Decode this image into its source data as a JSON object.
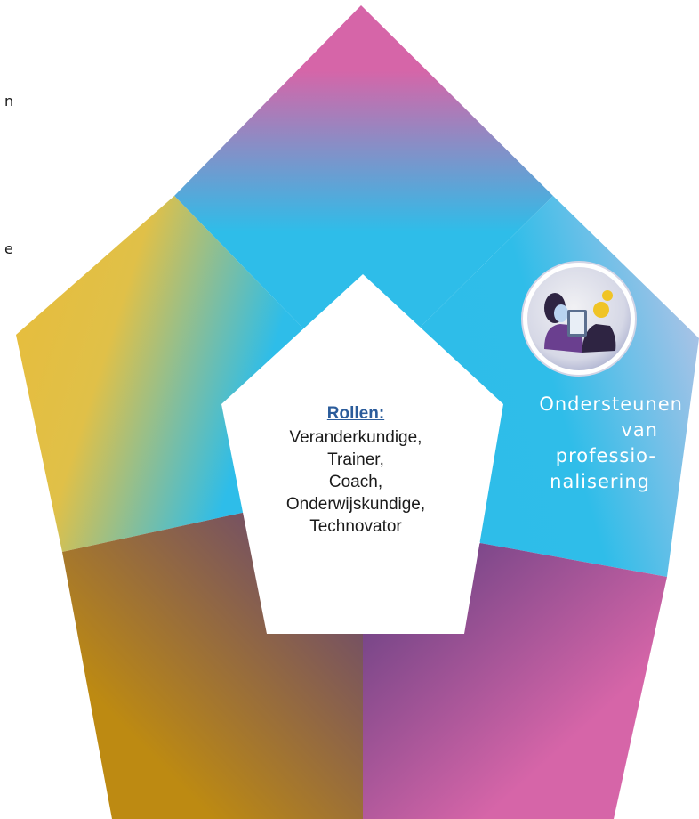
{
  "page": {
    "background": "#ffffff"
  },
  "left_fragments": [
    "n",
    "e"
  ],
  "center": {
    "title": "Rollen:",
    "roles": [
      "Veranderkundige,",
      "Trainer,",
      "Coach,",
      "Onderwijskundige,",
      "Technovator"
    ]
  },
  "segments": {
    "top": {
      "colors": [
        "#d665a8",
        "#2ebde9"
      ]
    },
    "right": {
      "icon": "two-people-with-tablet-icon",
      "label_lines": [
        "Ondersteunen",
        "van",
        "professio-",
        "nalisering"
      ],
      "colors": [
        "#2ebde9",
        "#a8c6e8"
      ]
    },
    "left": {
      "colors": [
        "#e7bd3c",
        "#2ebde9"
      ]
    },
    "bottom_left": {
      "colors": [
        "#bd8a12",
        "#5c3d7f"
      ]
    },
    "bottom_right": {
      "colors": [
        "#5c3d7f",
        "#d665a8"
      ]
    }
  },
  "center_pentagon_color": "#ffffff"
}
